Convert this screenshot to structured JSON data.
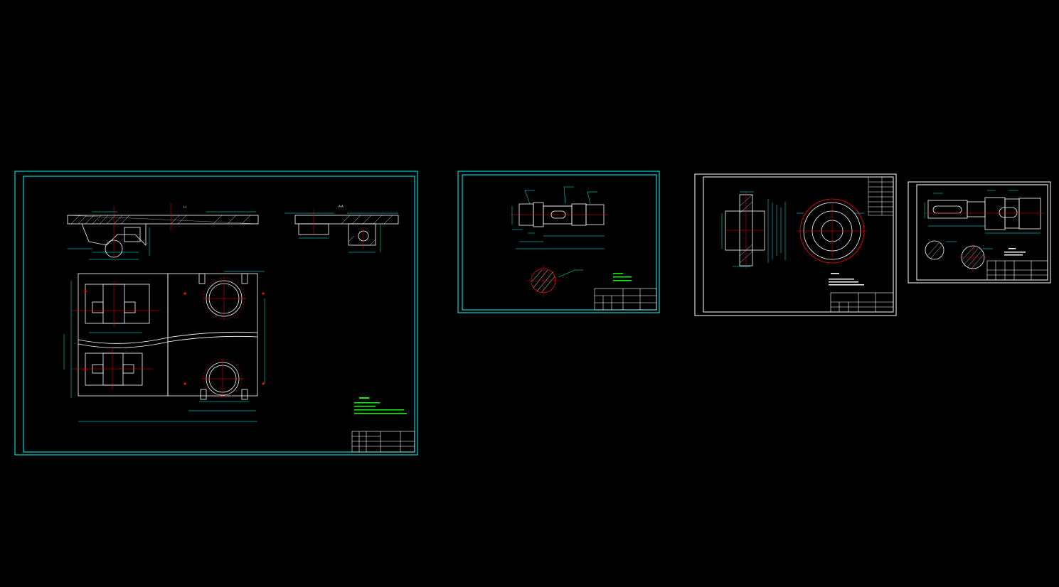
{
  "colors": {
    "background": "#000000",
    "frame": "#00ffff",
    "outline": "#ffffff",
    "center_line": "#ff0000",
    "dimension": "#00ffff",
    "note": "#00ff00",
    "hatch": "#ffffff"
  },
  "sheets": [
    {
      "id": "sheet-1",
      "section_label_top": "I-I",
      "section_label_right": "A-A"
    },
    {
      "id": "sheet-2"
    },
    {
      "id": "sheet-3"
    },
    {
      "id": "sheet-4"
    }
  ]
}
